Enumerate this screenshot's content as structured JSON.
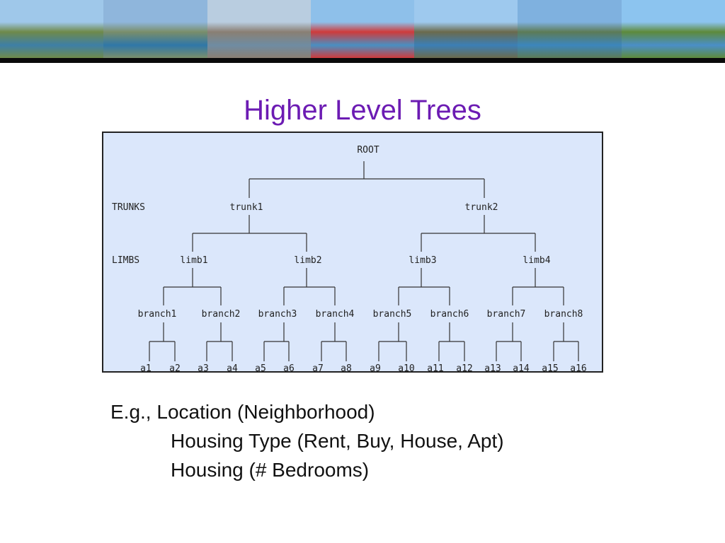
{
  "banner": {
    "photos": [
      {
        "name": "hillside-village-photo",
        "sky": "#9fc8ea",
        "land": "#6f8a4a",
        "water": "#3e7fa6"
      },
      {
        "name": "lake-town-photo",
        "sky": "#8fb6dc",
        "land": "#7a8e6a",
        "water": "#2f77a8"
      },
      {
        "name": "promenade-lamp-photo",
        "sky": "#b9cde0",
        "land": "#8a7f73",
        "water": "#6f8ca2"
      },
      {
        "name": "garden-palms-photo",
        "sky": "#8ec0ea",
        "land": "#cf3b3b",
        "water": "#4a8fc2"
      },
      {
        "name": "mountain-lake-photo",
        "sky": "#9ec9ee",
        "land": "#6b6a4c",
        "water": "#3c7fb6"
      },
      {
        "name": "lake-view-clouds-photo",
        "sky": "#7fb1df",
        "land": "#5d7b56",
        "water": "#3c86bd"
      },
      {
        "name": "lakeside-bench-photo",
        "sky": "#8cc4ef",
        "land": "#5e8a3b",
        "water": "#4a8fc8"
      }
    ]
  },
  "slide": {
    "title": "Higher Level Trees"
  },
  "diagram": {
    "background": "#dbe7fb",
    "root": "ROOT",
    "level_labels": [
      "TRUNKS",
      "LIMBS"
    ],
    "trunks": [
      "trunk1",
      "trunk2"
    ],
    "limbs": [
      "limb1",
      "limb2",
      "limb3",
      "limb4"
    ],
    "branches": [
      "branch1",
      "branch2",
      "branch3",
      "branch4",
      "branch5",
      "branch6",
      "branch7",
      "branch8"
    ],
    "leaves": [
      "a1",
      "a2",
      "a3",
      "a4",
      "a5",
      "a6",
      "a7",
      "a8",
      "a9",
      "a10",
      "a11",
      "a12",
      "a13",
      "a14",
      "a15",
      "a16"
    ]
  },
  "notes": {
    "line1": "E.g., Location (Neighborhood)",
    "line2": "Housing Type (Rent, Buy, House, Apt)",
    "line3": "Housing (# Bedrooms)"
  },
  "colors": {
    "title": "#6c1bb3",
    "rule": "#0a0a0a"
  }
}
